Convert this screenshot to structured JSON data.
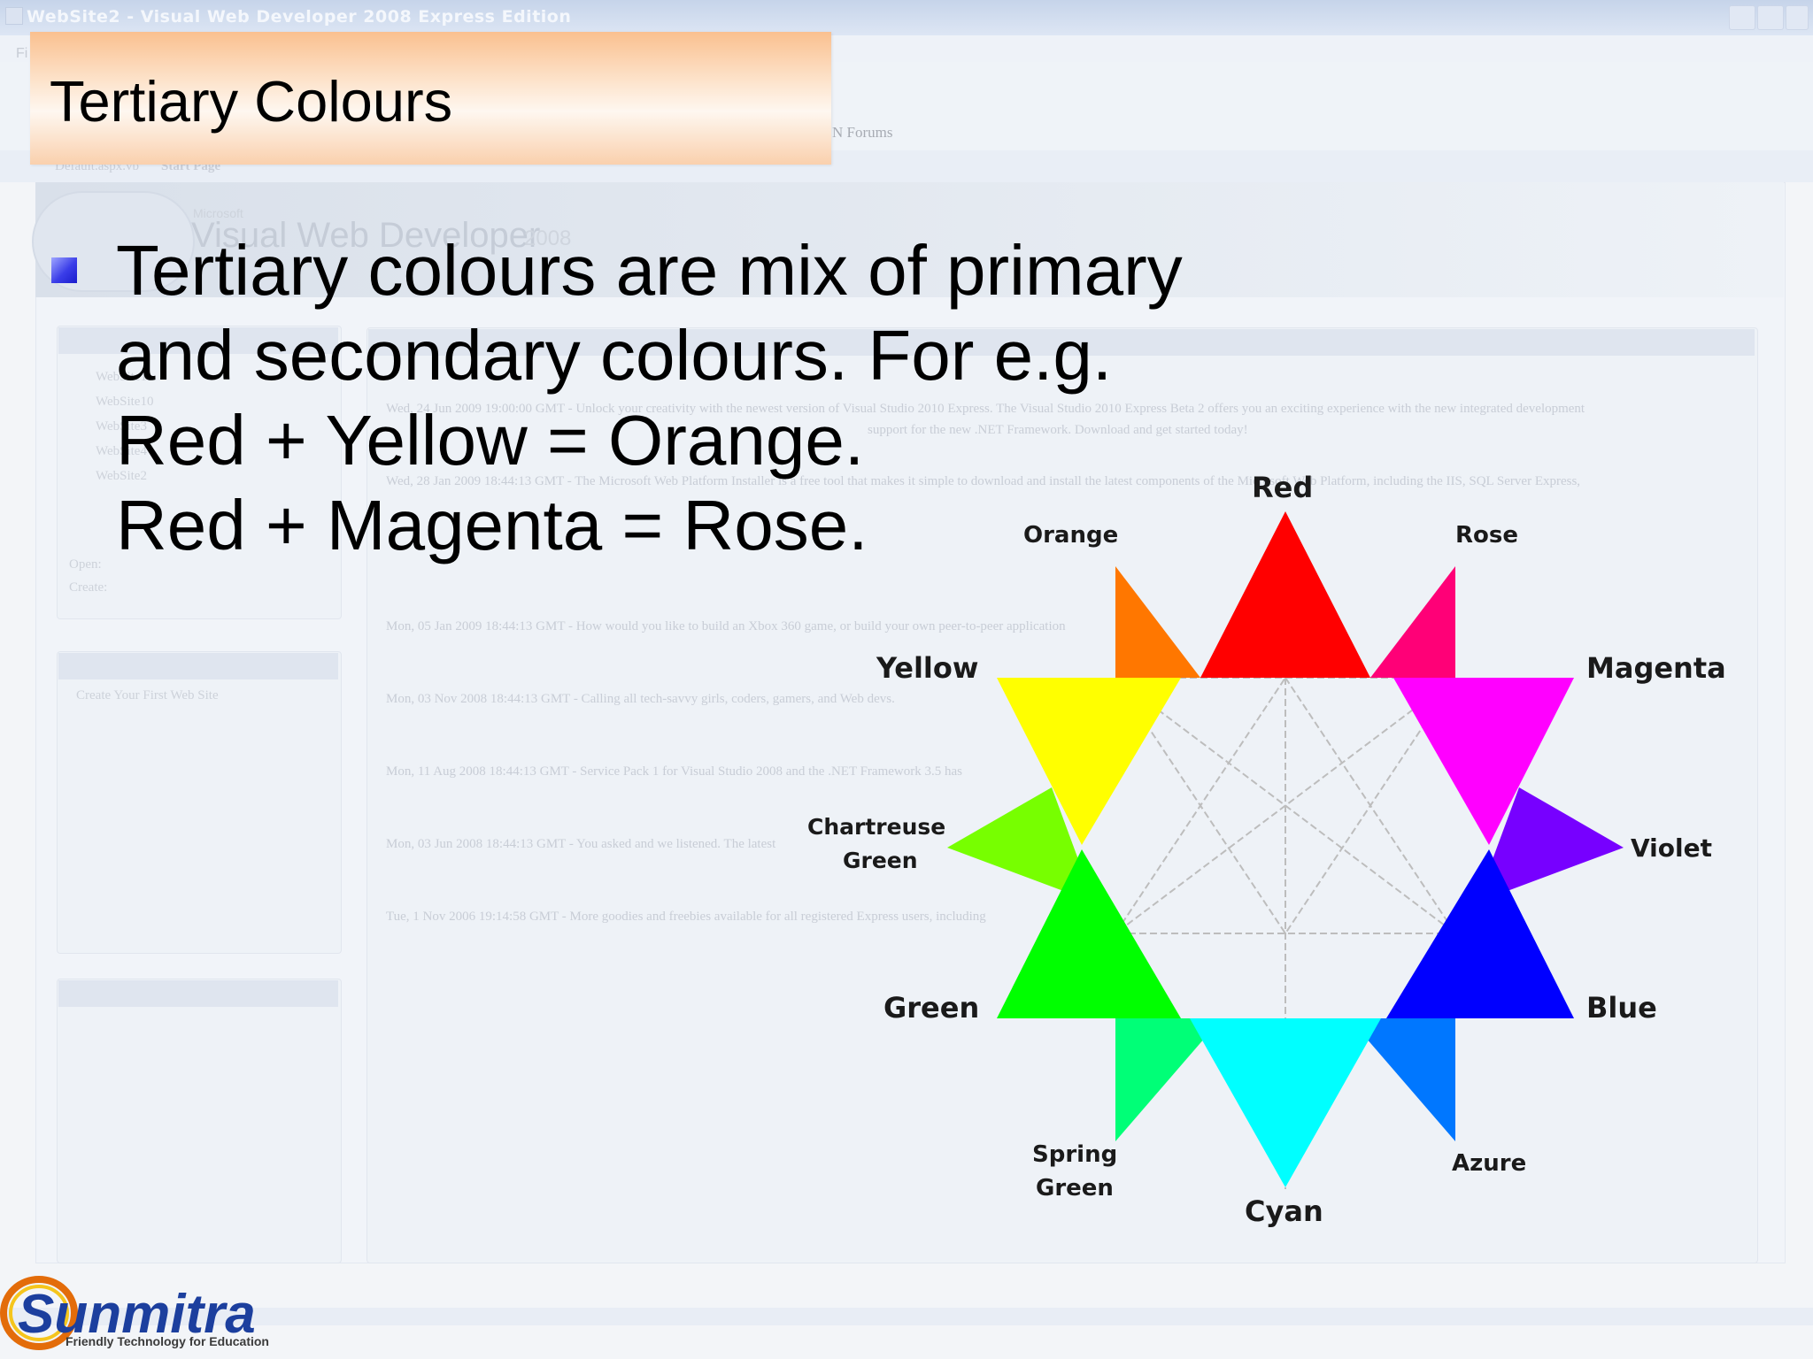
{
  "background_window": {
    "title": "WebSite2 - Visual Web Developer 2008 Express Edition",
    "menu_first": "Fi",
    "toolbar_text": "N Forums",
    "tabs": [
      "Default.aspx.vb",
      "Start Page"
    ],
    "product_vendor": "Microsoft",
    "product_name": "Visual Web Developer",
    "product_year": "2008",
    "recent_projects": [
      "WebSite1",
      "WebSite10",
      "WebSite3",
      "WebSite4",
      "WebSite2"
    ],
    "project_actions": [
      "Open:",
      "Create:"
    ],
    "getting_started": "Create Your First Web Site",
    "feed": [
      "Wed, 24 Jun 2009 19:00:00 GMT - Unlock your creativity with the newest version of Visual Studio 2010 Express. The Visual Studio 2010 Express Beta 2 offers you an exciting experience with the new integrated development",
      "support for the new .NET Framework. Download and get started today!",
      "Wed, 28 Jan 2009 18:44:13 GMT - The Microsoft Web Platform Installer is a free tool that makes it simple to download and install the latest components of the Microsoft Web Platform, including the IIS, SQL Server Express,",
      "Mon, 05 Jan 2009 18:44:13 GMT - How would you like to build an Xbox 360 game, or build your own peer-to-peer application",
      "Mon, 03 Nov 2008 18:44:13 GMT - Calling all tech-savvy girls, coders, gamers, and Web devs.",
      "Mon, 11 Aug 2008 18:44:13 GMT - Service Pack 1 for Visual Studio 2008 and the .NET Framework 3.5 has",
      "Mon, 03 Jun 2008 18:44:13 GMT - You asked and we listened. The latest",
      "Tue, 1 Nov 2006 19:14:58 GMT - More goodies and freebies available for all registered Express users, including"
    ]
  },
  "slide": {
    "title": "Tertiary Colours",
    "bullet_lines": [
      "Tertiary colours are mix of primary",
      "and secondary colours. For e.g.",
      "Red + Yellow = Orange.",
      "Red + Magenta = Rose."
    ]
  },
  "colour_wheel": {
    "labels": {
      "red": "Red",
      "orange": "Orange",
      "rose": "Rose",
      "yellow": "Yellow",
      "magenta": "Magenta",
      "chartreuse_1": "Chartreuse",
      "chartreuse_2": "Green",
      "violet": "Violet",
      "green": "Green",
      "blue": "Blue",
      "spring_1": "Spring",
      "spring_2": "Green",
      "azure": "Azure",
      "cyan": "Cyan"
    },
    "colors": {
      "red": "#ff0000",
      "orange": "#ff7700",
      "rose": "#ff0077",
      "yellow": "#ffff00",
      "magenta": "#ff00ff",
      "chartreuse": "#77ff00",
      "violet": "#7700ff",
      "green": "#00ff00",
      "blue": "#0000ff",
      "spring_green": "#00ff77",
      "azure": "#0077ff",
      "cyan": "#00ffff"
    }
  },
  "logo": {
    "brand": "Sunmitra",
    "tagline": "Friendly Technology for Education",
    "colors": {
      "brand_blue": "#1c3f9e",
      "ring_yellow": "#f5c51c",
      "ring_orange": "#e36c0a"
    }
  }
}
